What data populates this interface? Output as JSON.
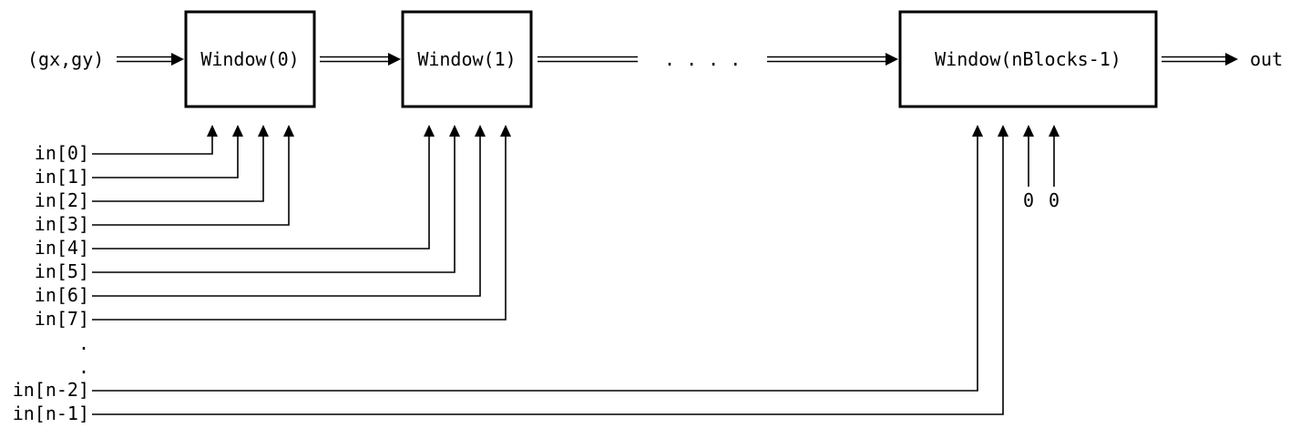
{
  "input": {
    "label": "(gx,gy)"
  },
  "windows": [
    {
      "label": "Window(0)"
    },
    {
      "label": "Window(1)"
    },
    {
      "label": "Window(nBlocks-1)"
    }
  ],
  "ellipsis_horizontal": ". . . .",
  "output": {
    "label": "out"
  },
  "inputs": [
    {
      "label": "in[0]"
    },
    {
      "label": "in[1]"
    },
    {
      "label": "in[2]"
    },
    {
      "label": "in[3]"
    },
    {
      "label": "in[4]"
    },
    {
      "label": "in[5]"
    },
    {
      "label": "in[6]"
    },
    {
      "label": "in[7]"
    }
  ],
  "ellipsis_vertical": [
    ".",
    "."
  ],
  "last_inputs": [
    {
      "label": "in[n-2]"
    },
    {
      "label": "in[n-1]"
    }
  ],
  "zero_inputs": [
    "0",
    "0"
  ]
}
